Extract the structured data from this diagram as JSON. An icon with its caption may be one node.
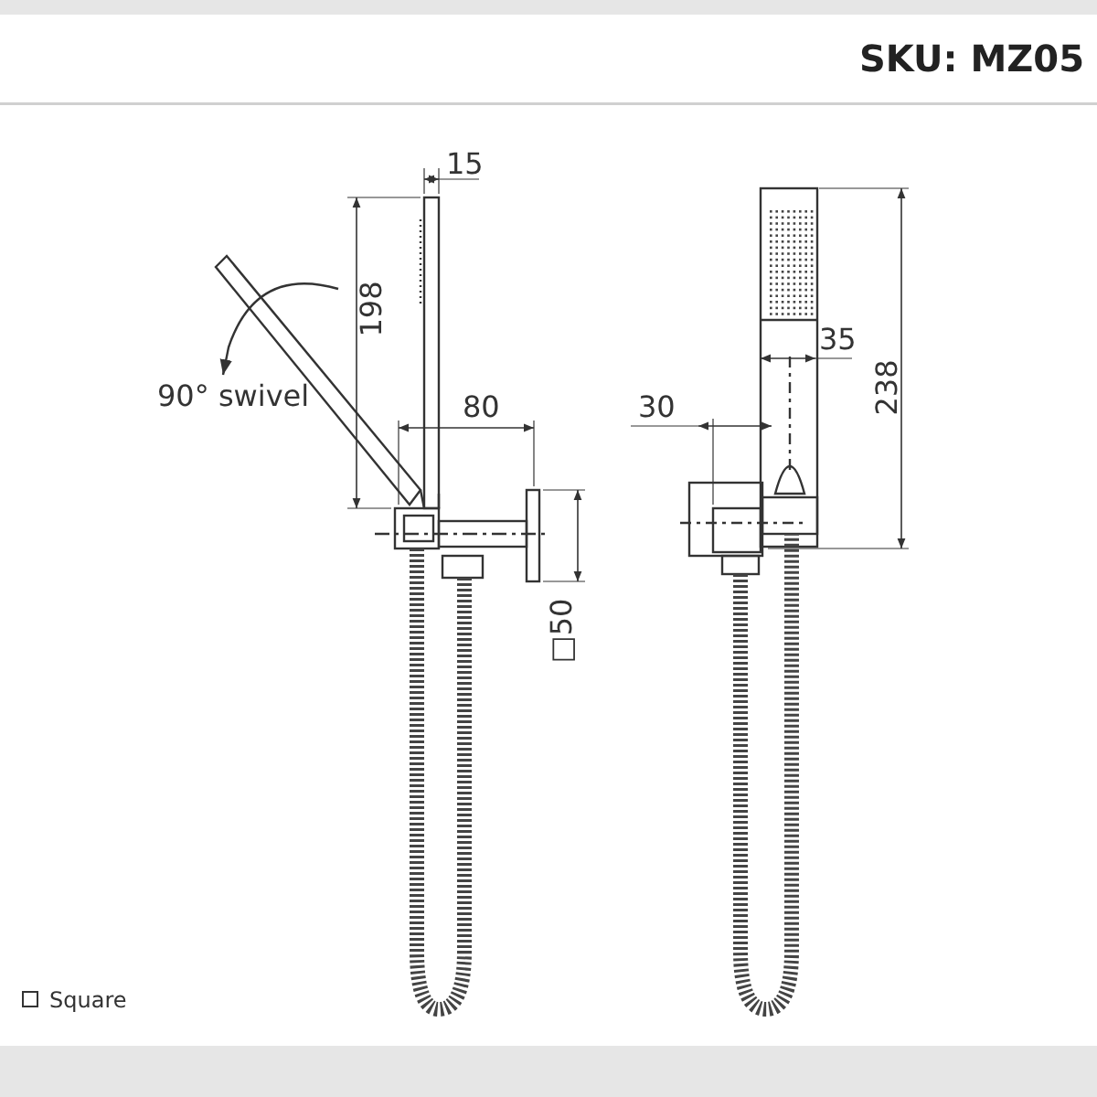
{
  "diagram": {
    "labels": [
      "SKU: MZ05",
      "15",
      "198",
      "90° swivel",
      "80",
      "30",
      "35",
      "238",
      "□50"
    ],
    "legend": [
      {
        "text": "Square"
      }
    ]
  }
}
